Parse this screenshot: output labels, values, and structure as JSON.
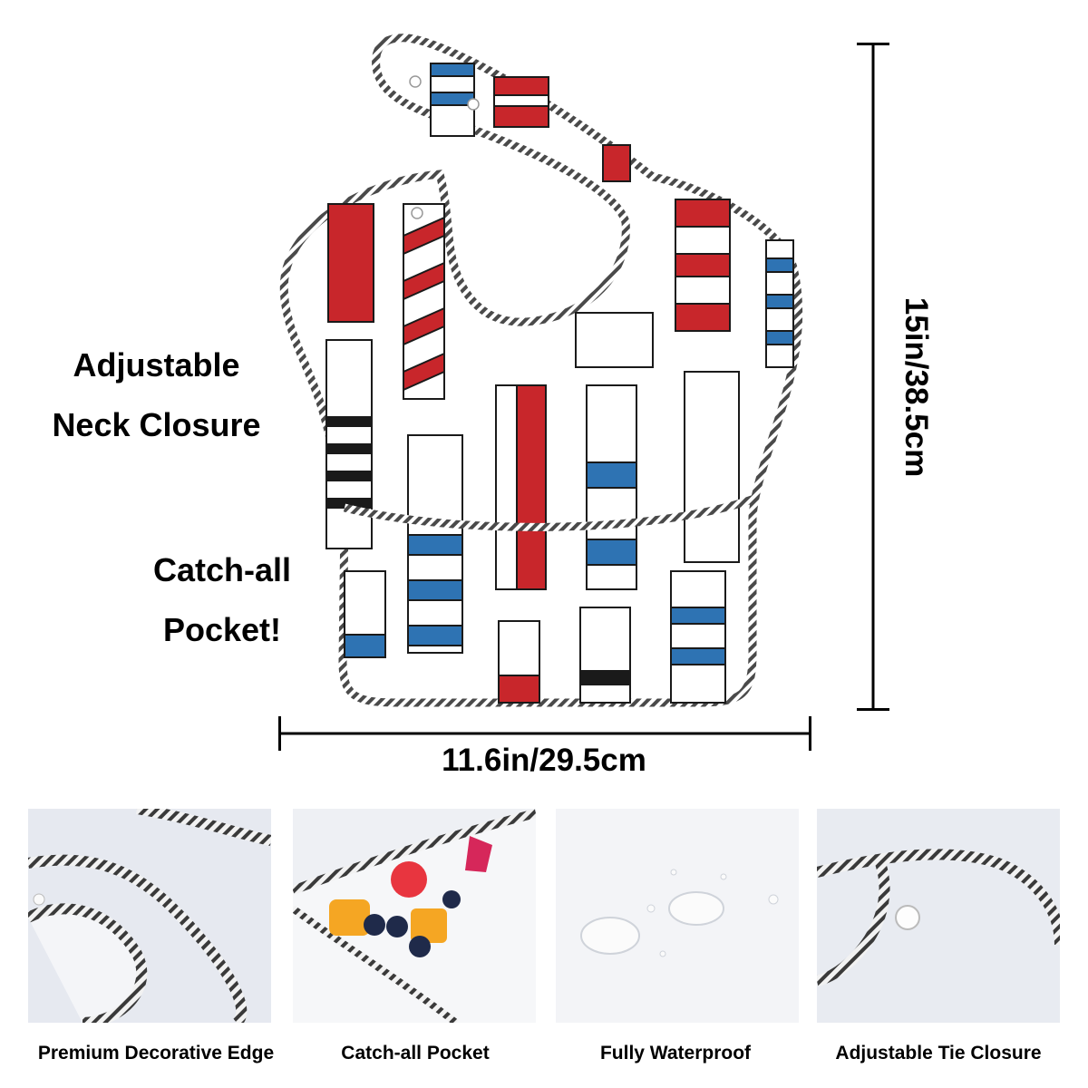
{
  "callouts": {
    "neck_line1": "Adjustable",
    "neck_line2": "Neck Closure",
    "pocket_line1": "Catch-all",
    "pocket_line2": "Pocket!"
  },
  "dimensions": {
    "width": "11.6in/29.5cm",
    "height": "15in/38.5cm"
  },
  "features": [
    {
      "caption": "Premium Decorative Edge"
    },
    {
      "caption": "Catch-all Pocket"
    },
    {
      "caption": "Fully Waterproof"
    },
    {
      "caption": "Adjustable Tie Closure"
    }
  ],
  "colors": {
    "red": "#c8262b",
    "blue": "#2e73b3",
    "black": "#1a1a1a",
    "trim": "#555555"
  }
}
